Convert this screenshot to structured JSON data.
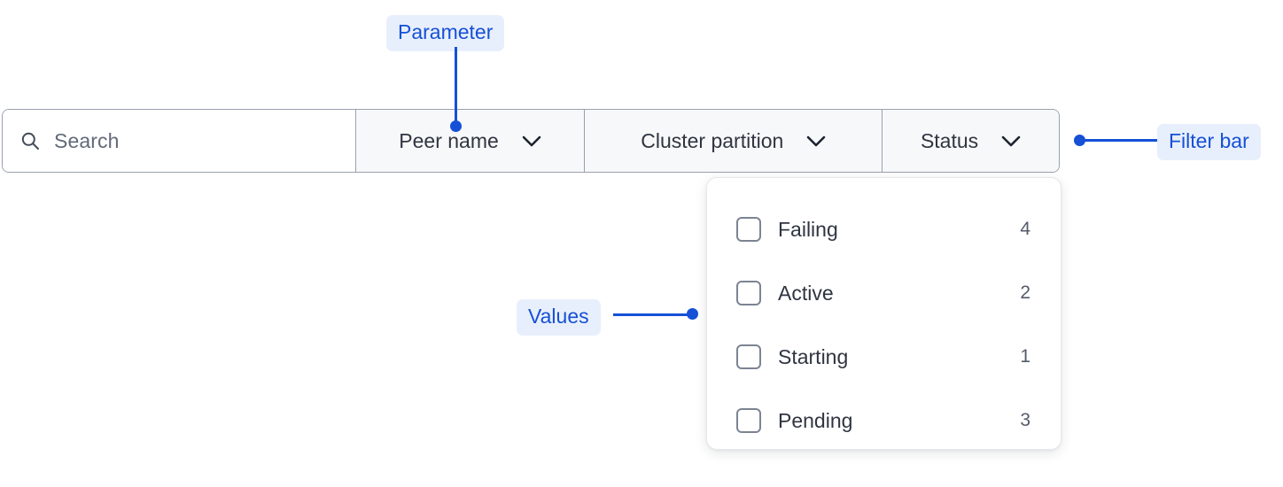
{
  "filter_bar": {
    "search": {
      "icon": "search-icon",
      "placeholder": "Search",
      "value": ""
    },
    "segments": [
      {
        "label": "Peer name",
        "icon": "chevron-down-icon"
      },
      {
        "label": "Cluster partition",
        "icon": "chevron-down-icon"
      },
      {
        "label": "Status",
        "icon": "chevron-down-icon"
      }
    ]
  },
  "dropdown": {
    "open_for": "Status",
    "options": [
      {
        "label": "Failing",
        "count": "4",
        "checked": false
      },
      {
        "label": "Active",
        "count": "2",
        "checked": false
      },
      {
        "label": "Starting",
        "count": "1",
        "checked": false
      },
      {
        "label": "Pending",
        "count": "3",
        "checked": false
      }
    ]
  },
  "annotations": [
    {
      "label": "Parameter",
      "target": "peer-name-segment"
    },
    {
      "label": "Filter bar",
      "target": "filter-bar"
    },
    {
      "label": "Values",
      "target": "dropdown-options"
    }
  ],
  "colors": {
    "annotation_text": "#1550d6",
    "annotation_bg": "#e8effc",
    "bar_border": "#9aa0ad",
    "segment_bg": "#f7f8f9",
    "text_primary": "#2f3541",
    "placeholder": "#616a79"
  }
}
